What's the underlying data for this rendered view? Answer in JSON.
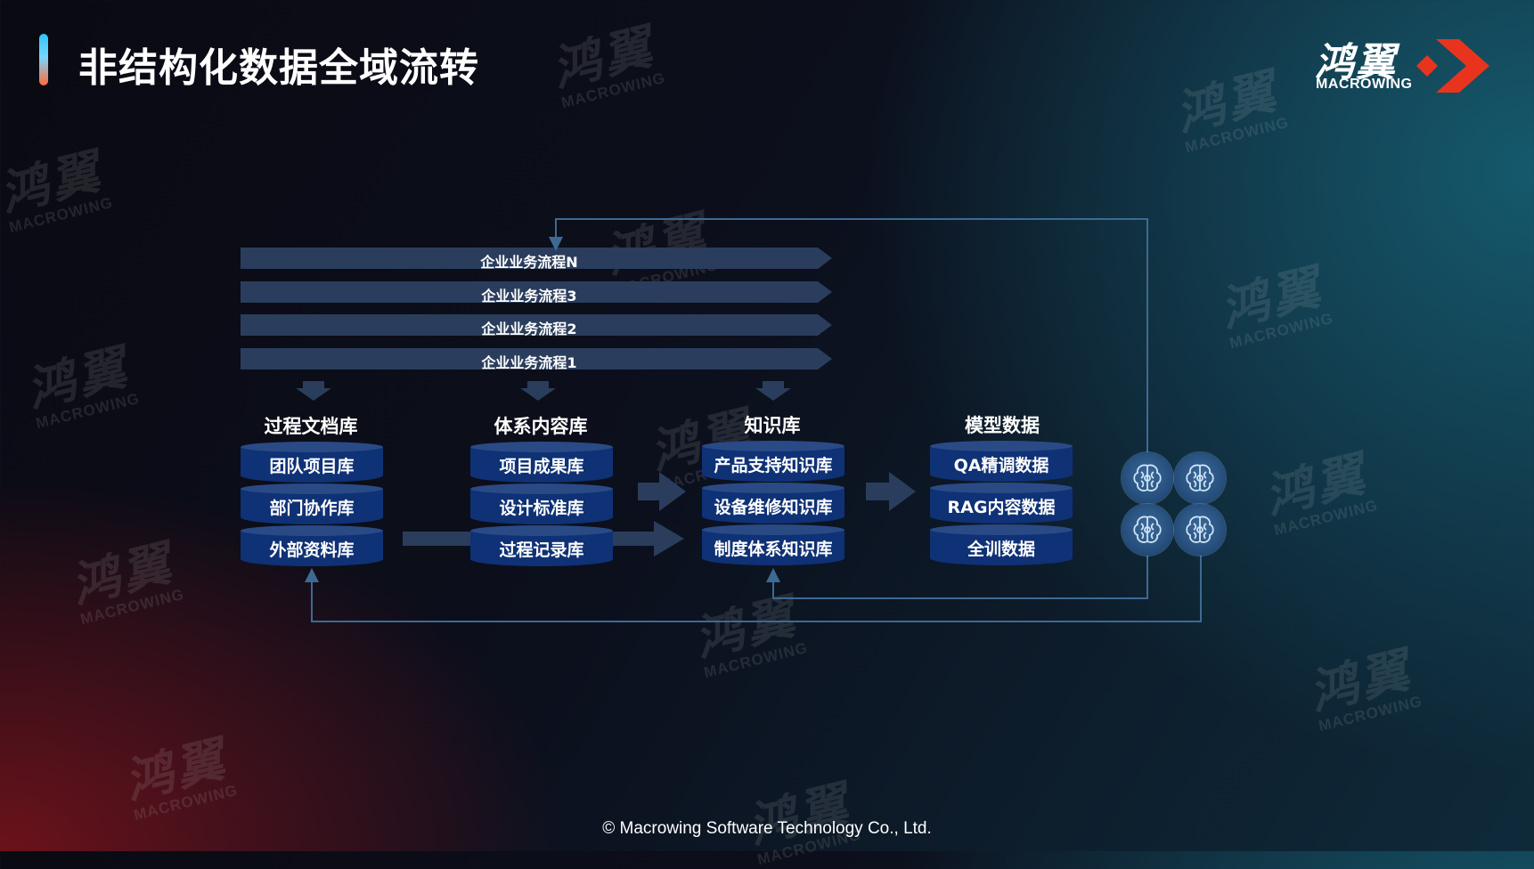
{
  "title": "非结构化数据全域流转",
  "logo": {
    "cn": "鸿翼",
    "en": "MACROWING",
    "accent": "#e8341f"
  },
  "watermark": {
    "cn": "鸿翼",
    "en": "MACROWING"
  },
  "flows": [
    "企业业务流程N",
    "企业业务流程3",
    "企业业务流程2",
    "企业业务流程1"
  ],
  "groups": [
    {
      "title": "过程文档库",
      "items": [
        "团队项目库",
        "部门协作库",
        "外部资料库"
      ]
    },
    {
      "title": "体系内容库",
      "items": [
        "项目成果库",
        "设计标准库",
        "过程记录库"
      ]
    },
    {
      "title": "知识库",
      "items": [
        "产品支持知识库",
        "设备维修知识库",
        "制度体系知识库"
      ]
    },
    {
      "title": "模型数据",
      "items": [
        "QA精调数据",
        "RAG内容数据",
        "全训数据"
      ]
    }
  ],
  "model_icons": [
    "brain-icon",
    "brain-icon",
    "brain-icon",
    "brain-icon"
  ],
  "colors": {
    "flow_band": "#2a3d5c",
    "db_body": "#0f3175",
    "db_top": "#2a4a86",
    "line": "#3d6a94"
  },
  "footer": "© Macrowing Software Technology Co., Ltd."
}
